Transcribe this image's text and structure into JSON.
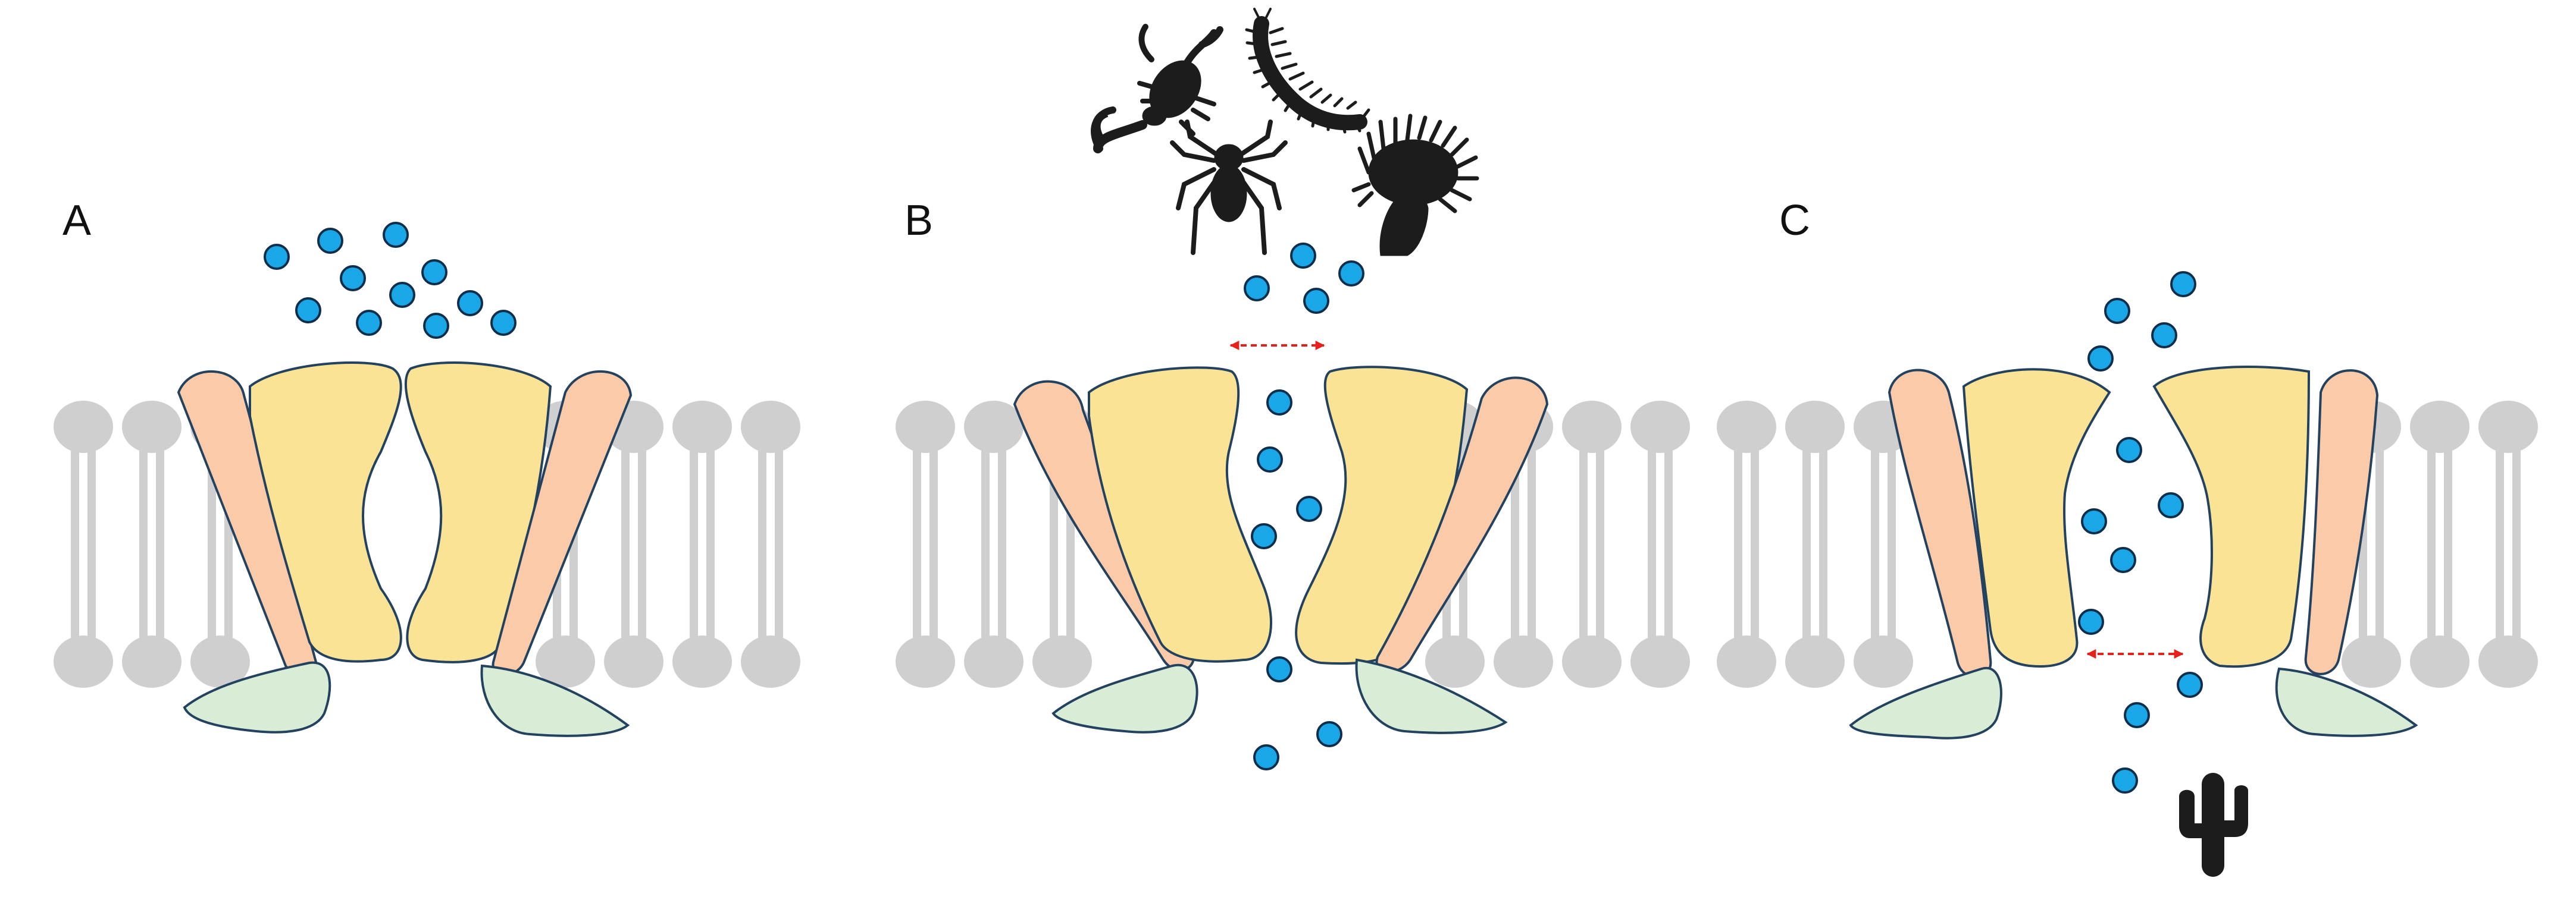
{
  "panels": [
    {
      "label": "A",
      "state": "closed",
      "ligand": "none"
    },
    {
      "label": "B",
      "state": "open",
      "ligand": "venom"
    },
    {
      "label": "C",
      "state": "open",
      "ligand": "plant"
    }
  ],
  "colors": {
    "background": "#ffffff",
    "membrane": "#cfcfcf",
    "pore_domain": "#fbe396",
    "outer_helix": "#fbcaa9",
    "intracellular_domain": "#d9ecd6",
    "outline": "#23425f",
    "ion": "#1aa7e8",
    "ion_outline": "#0f2e4a",
    "dilation_arrow": "#e8201c",
    "silhouette": "#1c1c1c"
  },
  "icons": [
    "scorpion-icon",
    "centipede-icon",
    "spider-icon",
    "sea-anemone-icon",
    "cactus-icon"
  ]
}
